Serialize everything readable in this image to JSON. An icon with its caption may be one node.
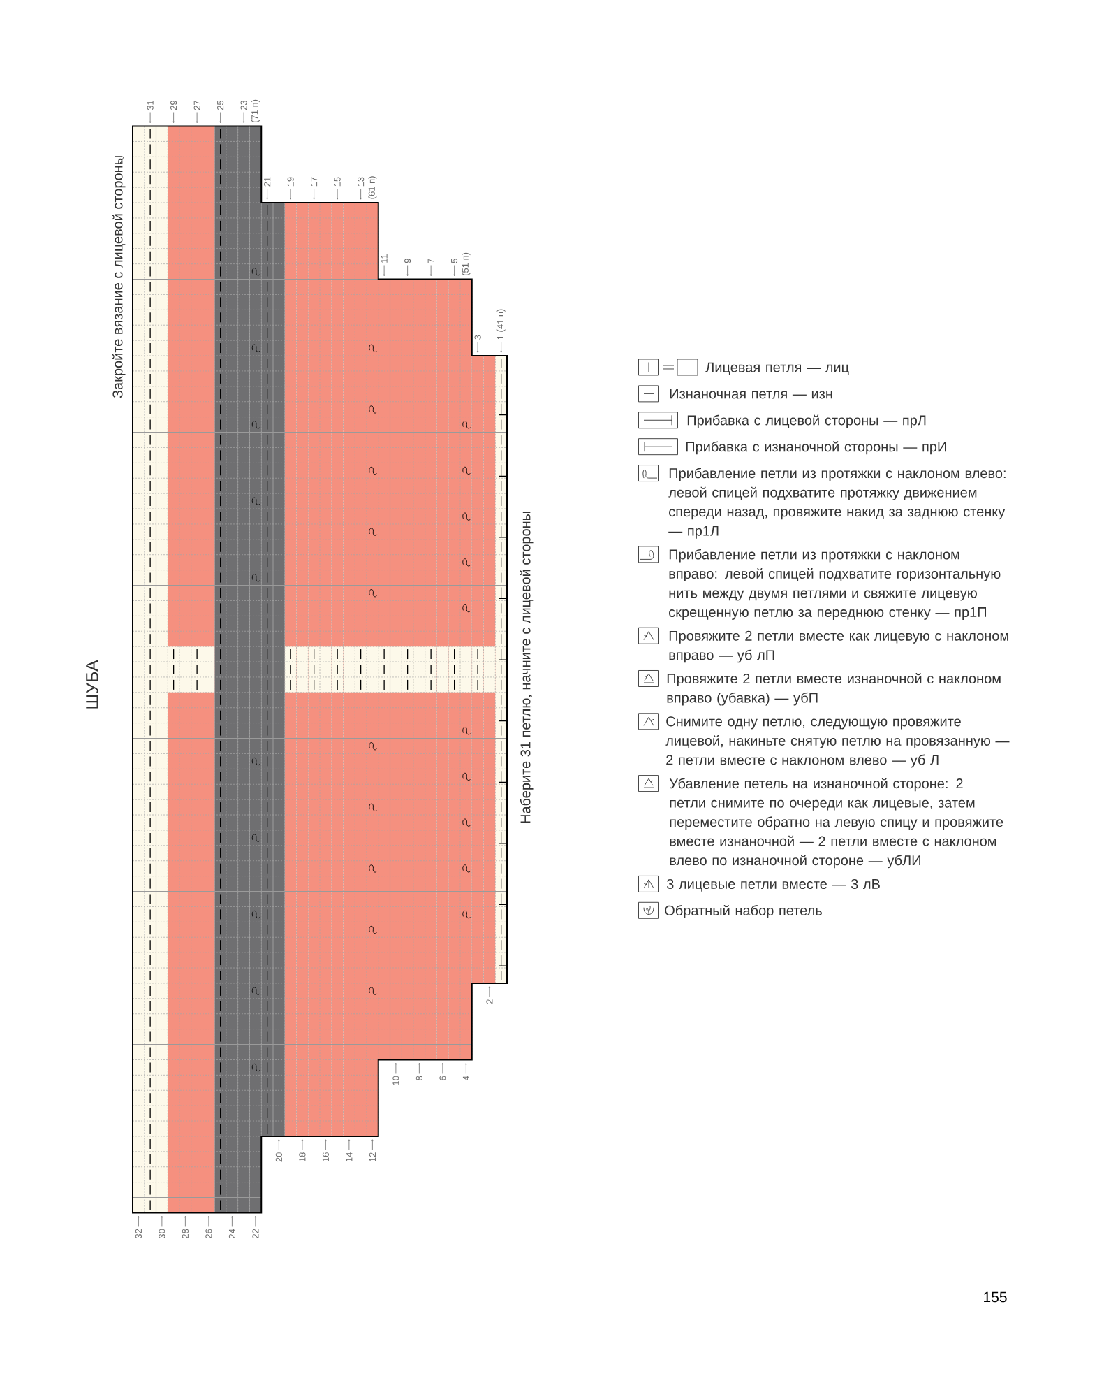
{
  "diagram": {
    "title": "ШУБА",
    "labels": [
      "31",
      "29",
      "27",
      "25",
      "23",
      "(71 п)",
      "21",
      "19",
      "17",
      "15",
      "13",
      "(61 п)",
      "11",
      "9",
      "7",
      "5",
      "(51 п)",
      "3",
      "1 (41 п)",
      "Закройте вязание с лицевой стороны",
      "Наберите 31 петлю, начните с лицевой стороны",
      "32",
      "30",
      "28",
      "26",
      "24",
      "22",
      "20",
      "18",
      "16",
      "14",
      "12",
      "10",
      "8",
      "6",
      "4",
      "2",
      "155"
    ],
    "legend": [
      {
        "text": "Лицевая петля — лиц"
      },
      {
        "text": "Изнаночная петля — изн"
      },
      {
        "text": "Прибавка с лицевой стороны — прЛ"
      },
      {
        "text": "Прибавка с изнаночной стороны — прИ"
      },
      {
        "text": "Прибавление петли из протяжки с наклоном влево: левой спицей подхватите протяжку движением спереди назад, провяжите накид за заднюю стенку — пр1Л"
      },
      {
        "text": "Прибавление петли из протяжки с наклоном вправо: левой спицей подхватите горизонтальную нить между двумя петлями и свяжите лицевую скрещенную петлю за переднюю стенку — пр1П"
      },
      {
        "text": "Провяжите 2 петли вместе как лицевую с наклоном вправо — уб лП"
      },
      {
        "text": "Провяжите 2 петли вместе изнаночной с наклоном вправо (убавка) — убП"
      },
      {
        "text": "Снимите одну петлю, следующую провяжите лицевой, накиньте снятую петлю на провязанную — 2 петли вместе с наклоном влево — уб Л"
      },
      {
        "text": "Убавление петель на изнаночной стороне: 2 петли снимите по очереди как лицевые, затем переместите обратно на левую спицу и провяжите вместе изнаночной — 2 петли вместе с наклоном влево по изнаночной стороне — убЛИ"
      },
      {
        "text": "3 лицевые петли вместе — 3 лВ"
      },
      {
        "text": "Обратный набор петель"
      }
    ]
  }
}
